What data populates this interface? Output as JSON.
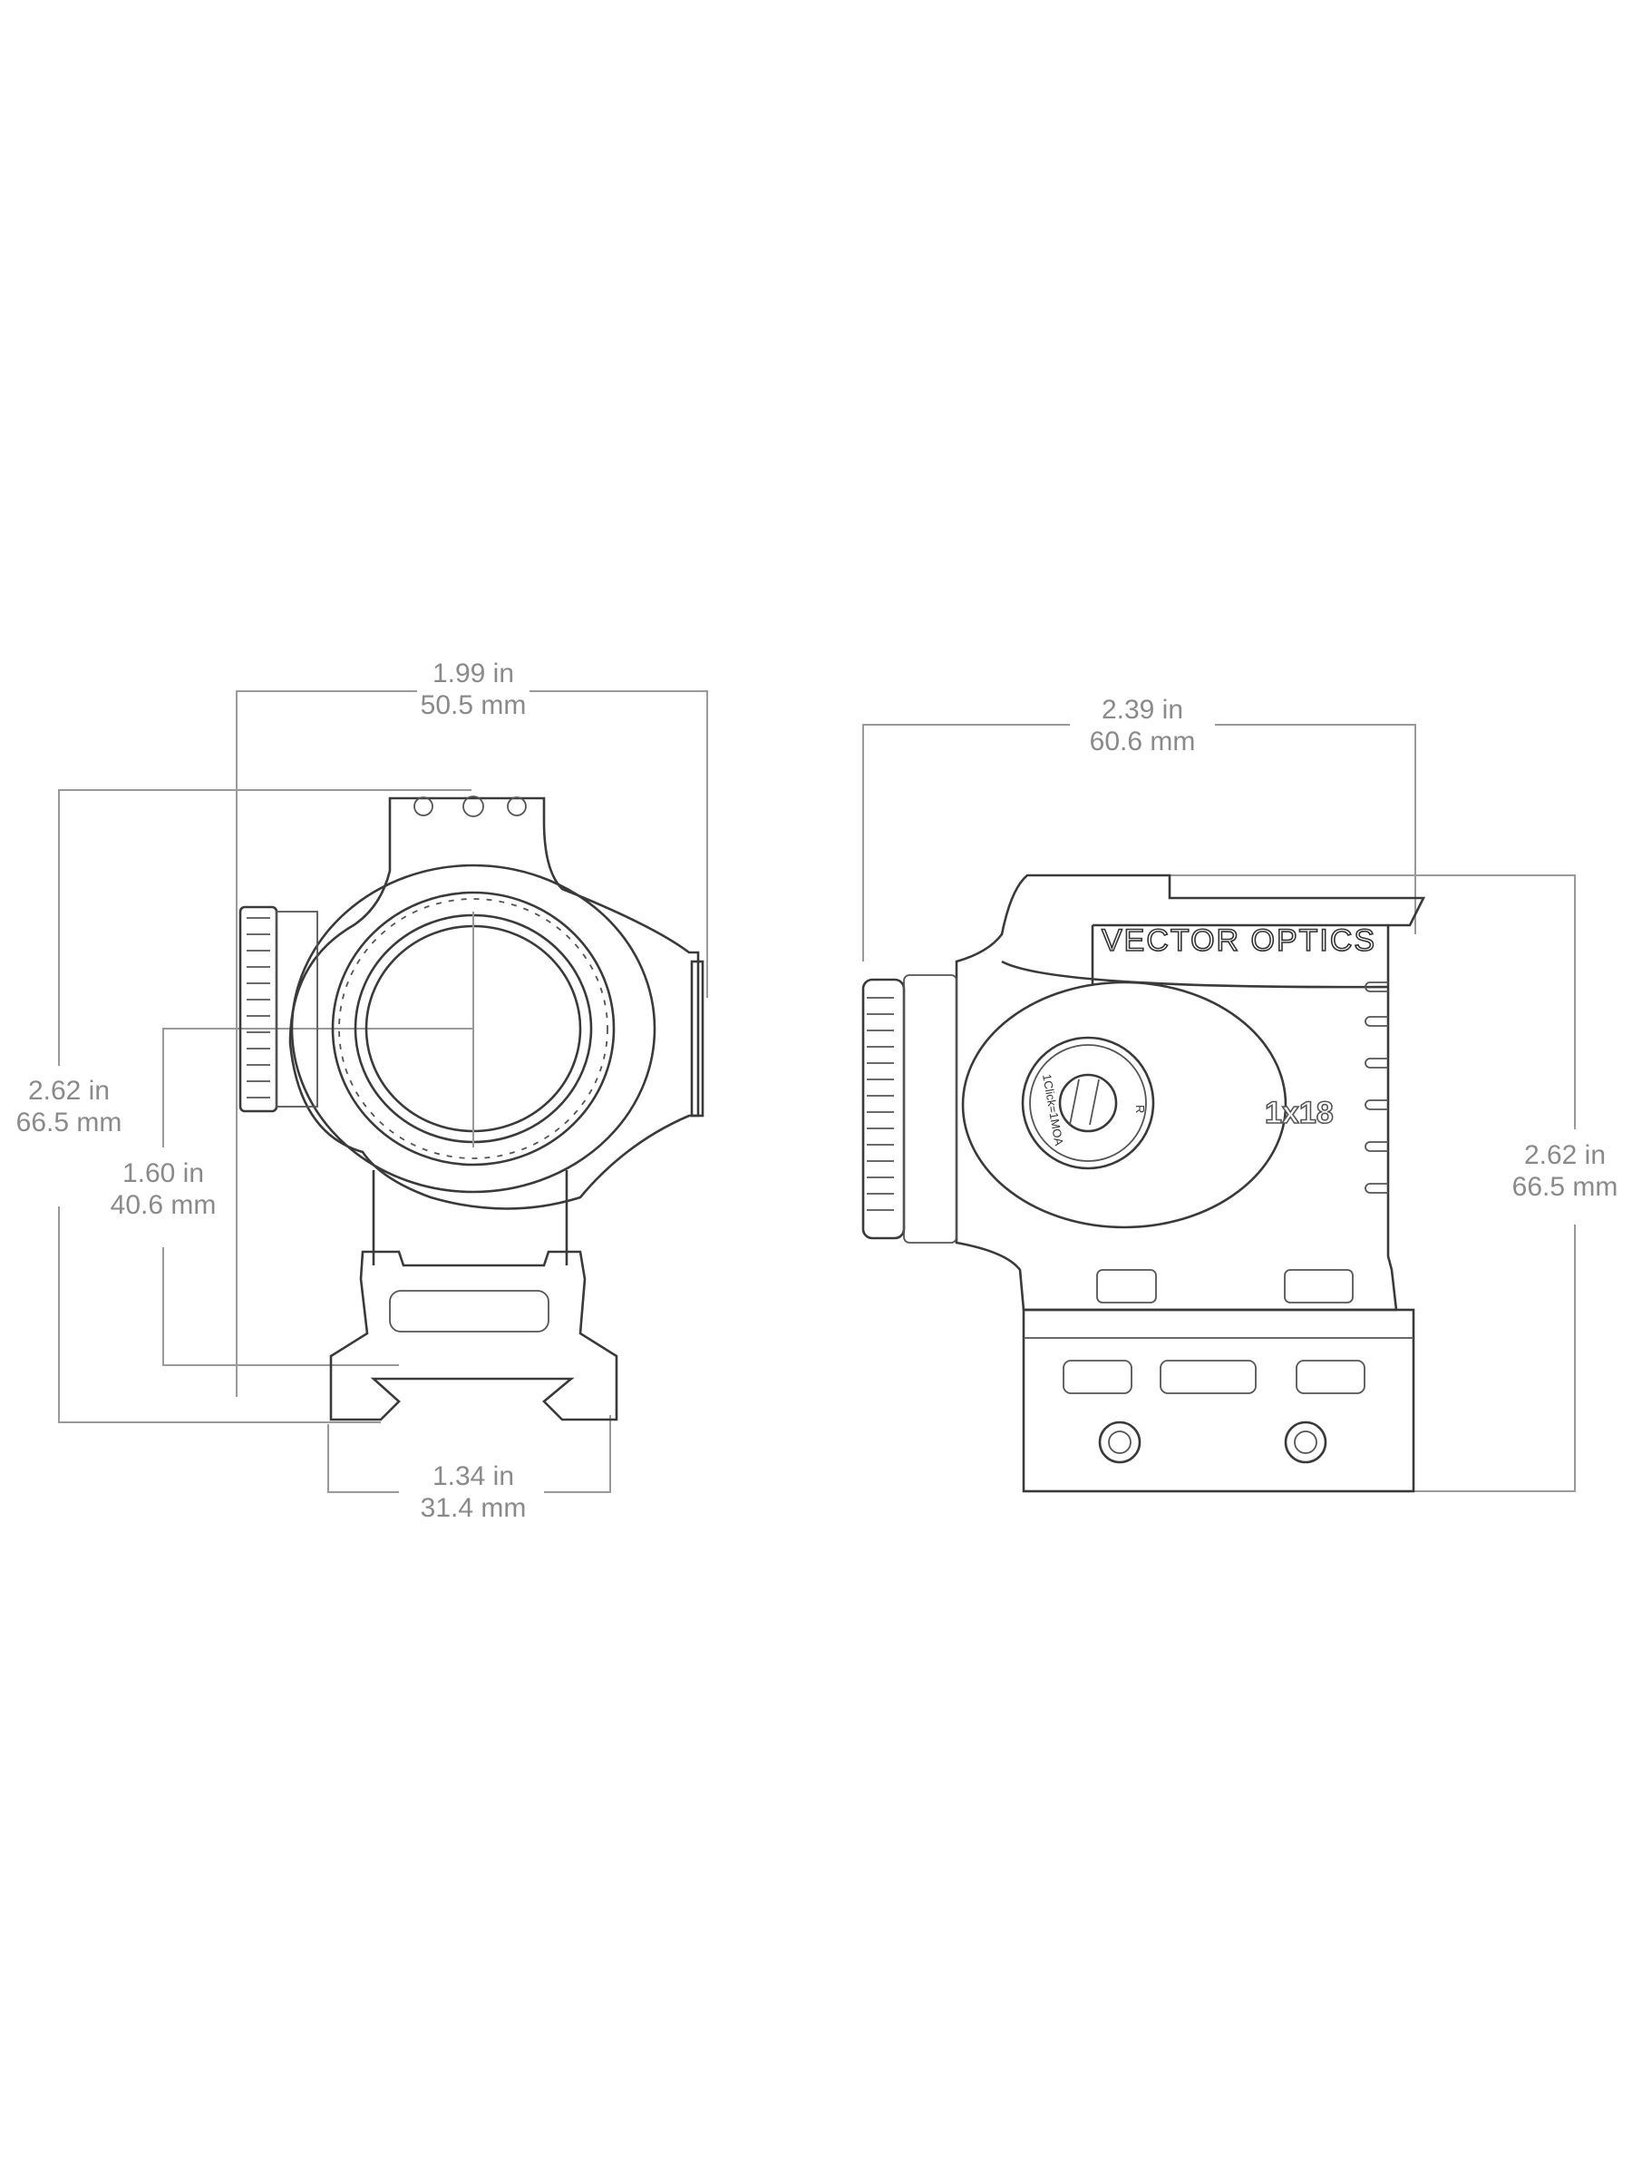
{
  "front_view": {
    "width": {
      "in": "1.99 in",
      "mm": "50.5 mm"
    },
    "height": {
      "in": "2.62 in",
      "mm": "66.5 mm"
    },
    "optical_axis_height": {
      "in": "1.60 in",
      "mm": "40.6 mm"
    },
    "mount_width": {
      "in": "1.34 in",
      "mm": "31.4 mm"
    }
  },
  "side_view": {
    "length": {
      "in": "2.39 in",
      "mm": "60.6 mm"
    },
    "height": {
      "in": "2.62 in",
      "mm": "66.5 mm"
    },
    "brand_logo": "VECTOR OPTICS",
    "magnification": "1x18",
    "turret_marking": "1Click=1MOA",
    "turret_direction": "R"
  }
}
